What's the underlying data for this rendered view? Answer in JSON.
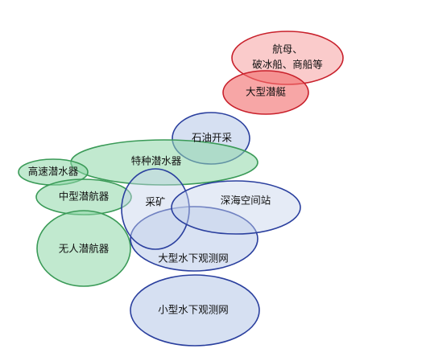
{
  "colors": {
    "red_fill": "#f26b6b",
    "red_stroke": "#c8202b",
    "green_fill": "#8ed7a8",
    "green_stroke": "#3a9a57",
    "blue_fill": "#c5d3ec",
    "blue_stroke": "#2a3f9e"
  },
  "nodes": {
    "carrier_icebreaker": {
      "line1": "航母、",
      "line2": "破冰船、商船等",
      "color": "red"
    },
    "large_submarine": {
      "label": "大型潜艇",
      "color": "red"
    },
    "oil_extraction": {
      "label": "石油开采",
      "color": "blue"
    },
    "special_submersible": {
      "label": "特种潜水器",
      "color": "green"
    },
    "high_speed_submersible": {
      "label": "高速潜水器",
      "color": "green"
    },
    "medium_submersible": {
      "label": "中型潜航器",
      "color": "green"
    },
    "mining": {
      "label": "采矿",
      "color": "blue"
    },
    "deep_sea_station": {
      "label": "深海空间站",
      "color": "blue"
    },
    "large_observation_network": {
      "label": "大型水下观测网",
      "color": "blue"
    },
    "unmanned_submersible": {
      "label": "无人潜航器",
      "color": "green"
    },
    "small_observation_network": {
      "label": "小型水下观测网",
      "color": "blue"
    }
  }
}
